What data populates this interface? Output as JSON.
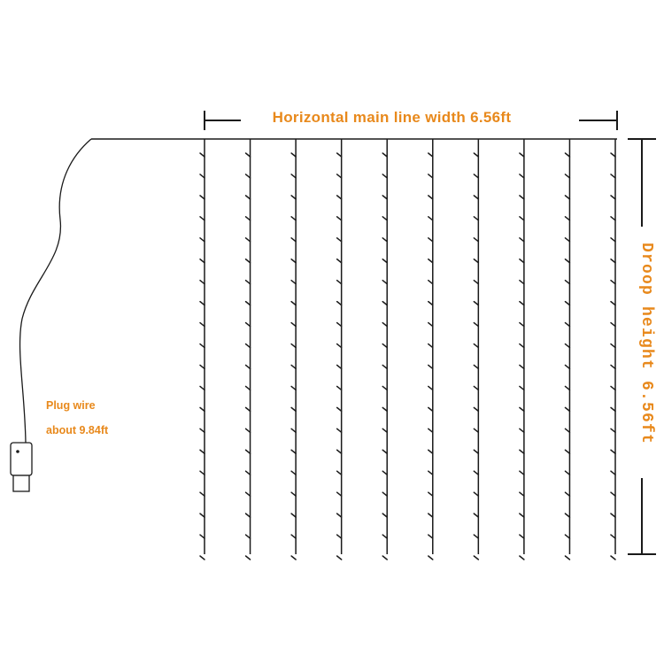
{
  "labels": {
    "width": "Horizontal main line width 6.56ft",
    "droop": "Droop height 6.56ft",
    "plug_line1": "Plug wire",
    "plug_line2": "about 9.84ft"
  },
  "strands": {
    "count": 10,
    "bulbs_per_strand": 20
  },
  "colors": {
    "accent": "#E8891C",
    "line": "#1a1a1a"
  }
}
